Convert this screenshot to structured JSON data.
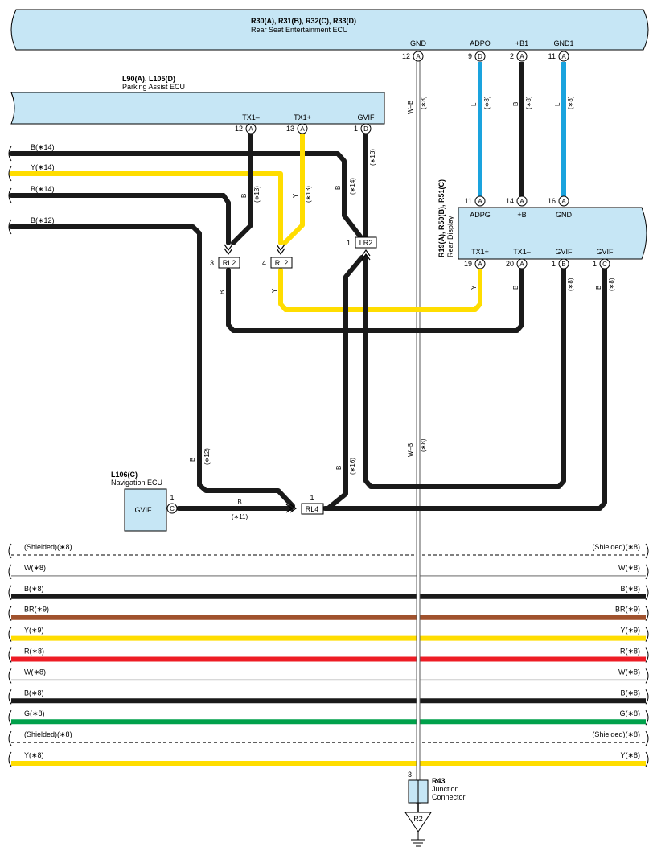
{
  "rse_ecu": {
    "codes": "R30(A), R31(B), R32(C), R33(D)",
    "name": "Rear Seat Entertainment ECU",
    "pins": [
      {
        "label": "GND",
        "num": "12",
        "conn": "A"
      },
      {
        "label": "ADPO",
        "num": "9",
        "conn": "D"
      },
      {
        "label": "+B1",
        "num": "2",
        "conn": "A"
      },
      {
        "label": "GND1",
        "num": "11",
        "conn": "A"
      }
    ]
  },
  "pa_ecu": {
    "codes": "L90(A), L105(D)",
    "name": "Parking Assist ECU",
    "pins": [
      {
        "label": "TX1–",
        "num": "12",
        "conn": "A"
      },
      {
        "label": "TX1+",
        "num": "13",
        "conn": "A"
      },
      {
        "label": "GVIF",
        "num": "1",
        "conn": "D"
      }
    ]
  },
  "rear_display": {
    "codes": "R19(A), R50(B), R51(C)",
    "name": "Rear Display",
    "top_pins": [
      {
        "label": "ADPG",
        "num": "11",
        "conn": "A"
      },
      {
        "label": "+B",
        "num": "14",
        "conn": "A"
      },
      {
        "label": "GND",
        "num": "16",
        "conn": "A"
      }
    ],
    "bottom_pins": [
      {
        "label": "TX1+",
        "num": "19",
        "conn": "A"
      },
      {
        "label": "TX1–",
        "num": "20",
        "conn": "A"
      },
      {
        "label": "GVIF",
        "num": "1",
        "conn": "B"
      },
      {
        "label": "GVIF",
        "num": "1",
        "conn": "C"
      }
    ]
  },
  "nav_ecu": {
    "codes": "L106(C)",
    "name": "Navigation ECU",
    "pin_label": "GVIF",
    "pin_num": "1",
    "pin_conn": "C"
  },
  "junction": {
    "code": "R43",
    "name_line1": "Junction",
    "name_line2": "Connector",
    "pin_num": "3",
    "ground": "R2"
  },
  "inline_connectors": [
    {
      "name": "RL2",
      "num": "3"
    },
    {
      "name": "RL2",
      "num": "4"
    },
    {
      "name": "LR2",
      "num": "1"
    },
    {
      "name": "RL4",
      "num": "1"
    }
  ],
  "wire_labels": {
    "w_b": "W–B",
    "b": "B",
    "y": "Y",
    "l": "L",
    "n8": "(∗8)",
    "n11": "(∗11)",
    "n12": "(∗12)",
    "n13": "(∗13)",
    "n14": "(∗14)",
    "n16": "(∗16)"
  },
  "left_harness": [
    {
      "label": "B(∗14)"
    },
    {
      "label": "Y(∗14)"
    },
    {
      "label": "B(∗14)"
    },
    {
      "label": "B(∗12)"
    }
  ],
  "bundle": [
    {
      "label": "(Shielded)(∗8)",
      "color": "#000000",
      "kind": "dashed"
    },
    {
      "label": "W(∗8)",
      "color": "#999999",
      "kind": "thin"
    },
    {
      "label": "B(∗8)",
      "color": "#1a1a1a",
      "kind": "thick"
    },
    {
      "label": "BR(∗9)",
      "color": "#a0522d",
      "kind": "thick"
    },
    {
      "label": "Y(∗9)",
      "color": "#ffdd00",
      "kind": "thick"
    },
    {
      "label": "R(∗8)",
      "color": "#ee1c25",
      "kind": "thick"
    },
    {
      "label": "W(∗8)",
      "color": "#999999",
      "kind": "thin"
    },
    {
      "label": "B(∗8)",
      "color": "#1a1a1a",
      "kind": "thick"
    },
    {
      "label": "G(∗8)",
      "color": "#00a14b",
      "kind": "thick"
    },
    {
      "label": "(Shielded)(∗8)",
      "color": "#000000",
      "kind": "dashed"
    },
    {
      "label": "Y(∗8)",
      "color": "#ffdd00",
      "kind": "thick"
    }
  ],
  "colors": {
    "ecu_fill": "#c6e6f5",
    "black": "#1a1a1a",
    "yellow": "#ffdd00",
    "blue": "#1aa3de"
  }
}
